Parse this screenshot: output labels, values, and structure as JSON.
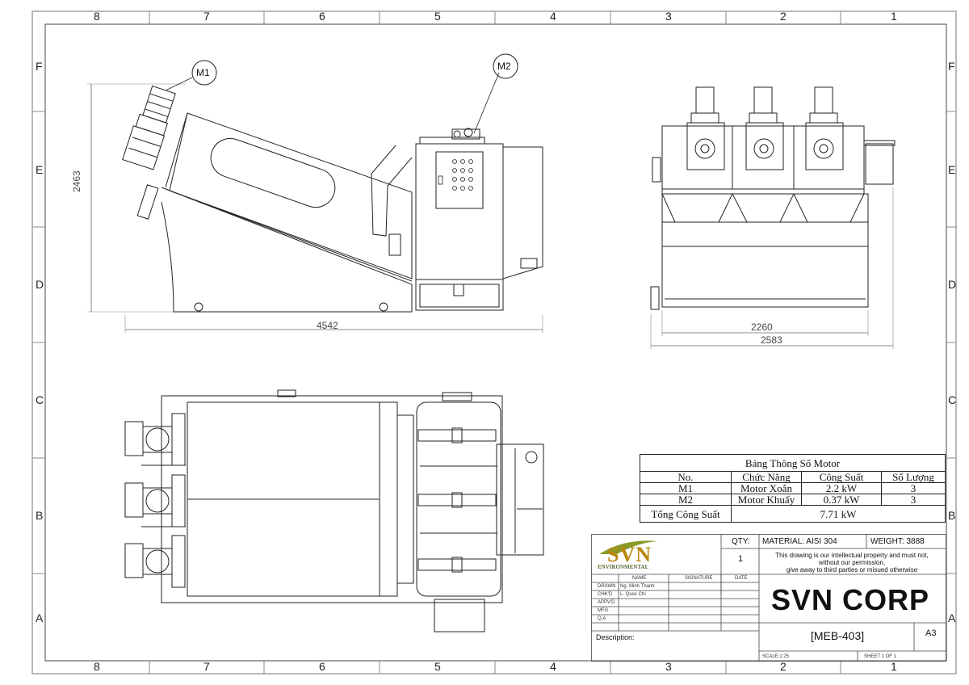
{
  "zones": {
    "columns": [
      "8",
      "7",
      "6",
      "5",
      "4",
      "3",
      "2",
      "1"
    ],
    "rows": [
      "F",
      "E",
      "D",
      "C",
      "B",
      "A"
    ]
  },
  "views": {
    "side": {
      "balloons": [
        "M1",
        "M2"
      ],
      "dims": {
        "height": "2463",
        "length": "4542"
      }
    },
    "end": {
      "dims": {
        "inner_width": "2260",
        "outer_width": "2583"
      }
    },
    "top": {}
  },
  "motor_table": {
    "title": "Bảng Thông Số Motor",
    "headers": [
      "No.",
      "Chức Năng",
      "Công Suất",
      "Số Lượng"
    ],
    "rows": [
      [
        "M1",
        "Motor Xoắn",
        "2.2 kW",
        "3"
      ],
      [
        "M2",
        "Motor Khuấy",
        "0.37 kW",
        "3"
      ]
    ],
    "total_label": "Tổng Công Suất",
    "total_value": "7.71 kW"
  },
  "title_block": {
    "logo_text": "SVN",
    "logo_sub": "ENVIRONMENTAL",
    "qty_label": "QTY:",
    "qty_value": "1",
    "material": "MATERIAL: AISI 304",
    "weight": "WEIGHT: 3888",
    "notice_lines": [
      "This drawing is our intellectual property and must not,",
      "without our permission,",
      "give away to third parties or misued otherwise"
    ],
    "col_headers": [
      "NAME",
      "SIGNATURE",
      "DATE"
    ],
    "roles": [
      "DRAWN",
      "CHK'D",
      "APPV'D",
      "MFG",
      "Q.A"
    ],
    "names": [
      "Ng. Minh Thanh",
      "L. Quoc Chi",
      "",
      "",
      ""
    ],
    "company": "SVN CORP",
    "drawing_no": "[MEB-403]",
    "sheet_size": "A3",
    "description_label": "Description:",
    "scale": "SCALE:1:25",
    "sheet": "SHEET 1 OF 1"
  }
}
